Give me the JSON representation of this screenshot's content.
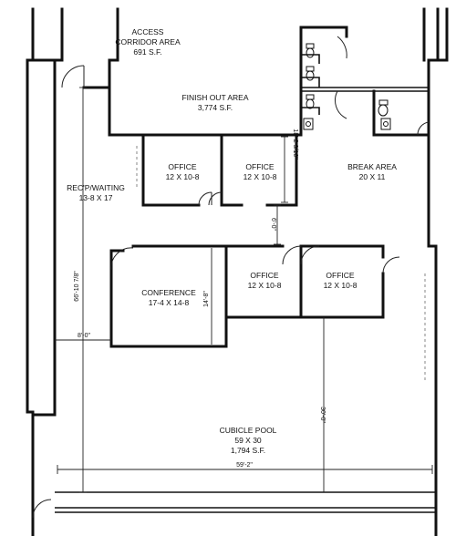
{
  "rooms": {
    "access": {
      "name": "ACCESS",
      "name2": "CORRIDOR AREA",
      "size": "691 S.F."
    },
    "finish": {
      "name": "FINISH OUT AREA",
      "size": "3,774 S.F."
    },
    "office1": {
      "name": "OFFICE",
      "size": "12 X 10-8"
    },
    "office2": {
      "name": "OFFICE",
      "size": "12 X 10-8"
    },
    "break_area": {
      "name": "BREAK AREA",
      "size": "20 X 11"
    },
    "reception": {
      "name": "REC'P/WAITING",
      "size": "13-8 X 17"
    },
    "conference": {
      "name": "CONFERENCE",
      "size": "17-4 X 14-8"
    },
    "office3": {
      "name": "OFFICE",
      "size": "12 X 10-8"
    },
    "office4": {
      "name": "OFFICE",
      "size": "12 X 10-8"
    },
    "cubicle": {
      "name": "CUBICLE POOL",
      "size": "59 X 30",
      "area": "1,794 S.F."
    }
  },
  "dimensions": {
    "office_depth": "18'-2 9/16\"",
    "corridor_gap": "6'-0\"",
    "conference_depth": "14'-8\"",
    "left_depth": "66'-10 7/8\"",
    "left_offset": "8'-0\"",
    "pool_depth": "30'-0\"",
    "pool_width": "59'-2\""
  }
}
